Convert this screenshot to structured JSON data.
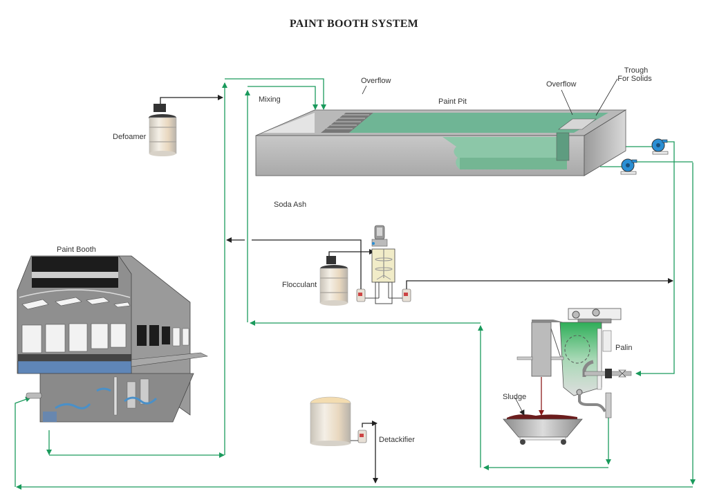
{
  "title": "PAINT BOOTH SYSTEM",
  "labels": {
    "defoamer": "Defoamer",
    "mixing": "Mixing",
    "overflow_left": "Overflow",
    "paint_pit": "Paint Pit",
    "overflow_right": "Overflow",
    "trough_line1": "Trough",
    "trough_line2": "For Solids",
    "soda_ash": "Soda Ash",
    "paint_booth": "Paint Booth",
    "flocculant": "Flocculant",
    "palin": "Palin",
    "sludge": "Sludge",
    "detackifier": "Detackifier"
  },
  "colors": {
    "water_line": "#1a9a5c",
    "chemical_line": "#222222",
    "sludge_line": "#8b1a1a",
    "pit_water": "#6fb595",
    "pump_blue": "#2a8fd4",
    "sludge": "#6b1c1c",
    "booth_water": "#5f86b8",
    "palin_green": "#2eae58"
  },
  "components": [
    {
      "id": "defoamer",
      "type": "drum"
    },
    {
      "id": "paint-pit",
      "type": "tank"
    },
    {
      "id": "pump-1",
      "type": "pump"
    },
    {
      "id": "pump-2",
      "type": "pump"
    },
    {
      "id": "mix-tank",
      "type": "mixer"
    },
    {
      "id": "flocculant",
      "type": "drum"
    },
    {
      "id": "paint-booth",
      "type": "booth"
    },
    {
      "id": "palin",
      "type": "separator"
    },
    {
      "id": "sludge-cart",
      "type": "cart"
    },
    {
      "id": "detackifier",
      "type": "tank"
    }
  ]
}
